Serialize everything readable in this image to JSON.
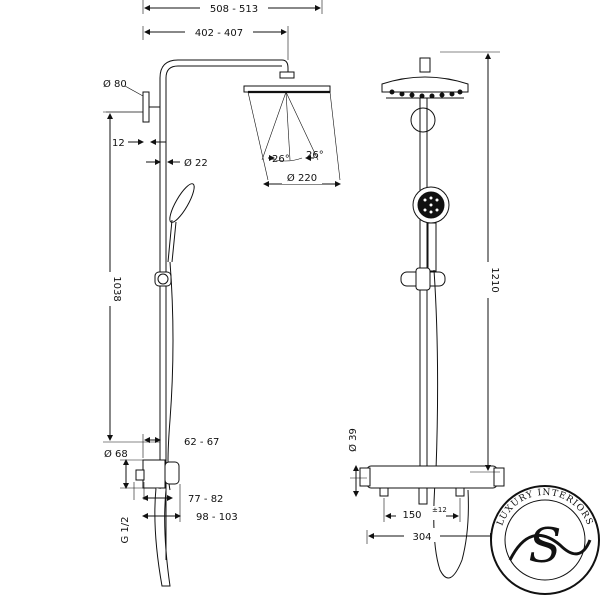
{
  "dimensions": {
    "width_total": "508 - 513",
    "arm_length": "402 - 407",
    "wall_mount_dia": "Ø 80",
    "wall_offset": "12",
    "pipe_dia": "Ø 22",
    "spray_angle_left": "26°",
    "spray_angle_right": "26°",
    "head_dia": "Ø 220",
    "column_height": "1038",
    "mixer_body_dia": "Ø 68",
    "mixer_offset": "62 - 67",
    "connection_thread": "G 1/2",
    "projection_1": "77 - 82",
    "projection_2": "98 - 103",
    "overall_height": "1210",
    "mixer_height_dia": "Ø 39",
    "inlet_spacing": "150",
    "inlet_tolerance": "±12",
    "mixer_width": "304"
  },
  "logo": {
    "text": "LUXURY INTERIORS",
    "monogram": "S"
  },
  "icons": {
    "logo": "luxury-interiors-seal-icon"
  }
}
